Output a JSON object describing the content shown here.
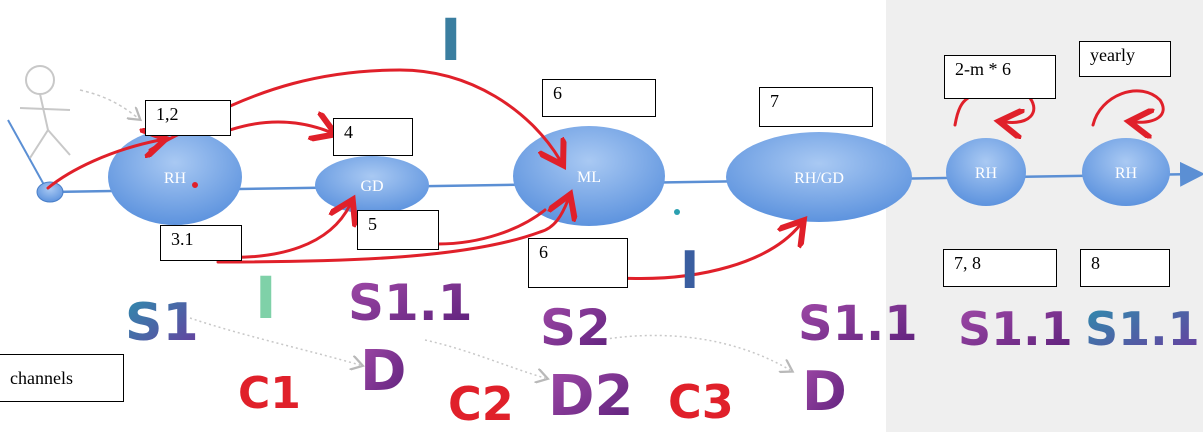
{
  "nodes": [
    {
      "id": "rh1",
      "label": "RH"
    },
    {
      "id": "gd",
      "label": "GD"
    },
    {
      "id": "ml",
      "label": "ML"
    },
    {
      "id": "rhgd",
      "label": "RH/GD"
    },
    {
      "id": "rh2",
      "label": "RH"
    },
    {
      "id": "rh3",
      "label": "RH"
    }
  ],
  "boxes": {
    "b12": "1,2",
    "b4": "4",
    "b6top": "6",
    "b7top": "7",
    "b2m": "2-m * 6",
    "byearly": "yearly",
    "b31": "3.1",
    "b5": "5",
    "b6bottom": "6",
    "b78": "7, 8",
    "b8": "8",
    "bchannels": "channels"
  },
  "handwritten": {
    "i_top": "I",
    "i_mid": "I",
    "i_low": "I",
    "s1": "S1",
    "s11_a": "S1.1",
    "d_a": "D",
    "s2": "S2",
    "d2": "D2",
    "s11_b": "S1.1",
    "d_b": "D",
    "s11_c": "S1.1",
    "s11_d": "S1.1",
    "c1": "C1",
    "c2": "C2",
    "c3": "C3"
  },
  "colors": {
    "node_fill": "#6fa3e6",
    "line": "#5b8fd4",
    "arrow_red": "#e0202a",
    "handwriting_blue": "#2c6e9a",
    "handwriting_purple": "#8a2f8f",
    "handwriting_green": "#7fd1a8",
    "panel_gray": "#efefef"
  }
}
